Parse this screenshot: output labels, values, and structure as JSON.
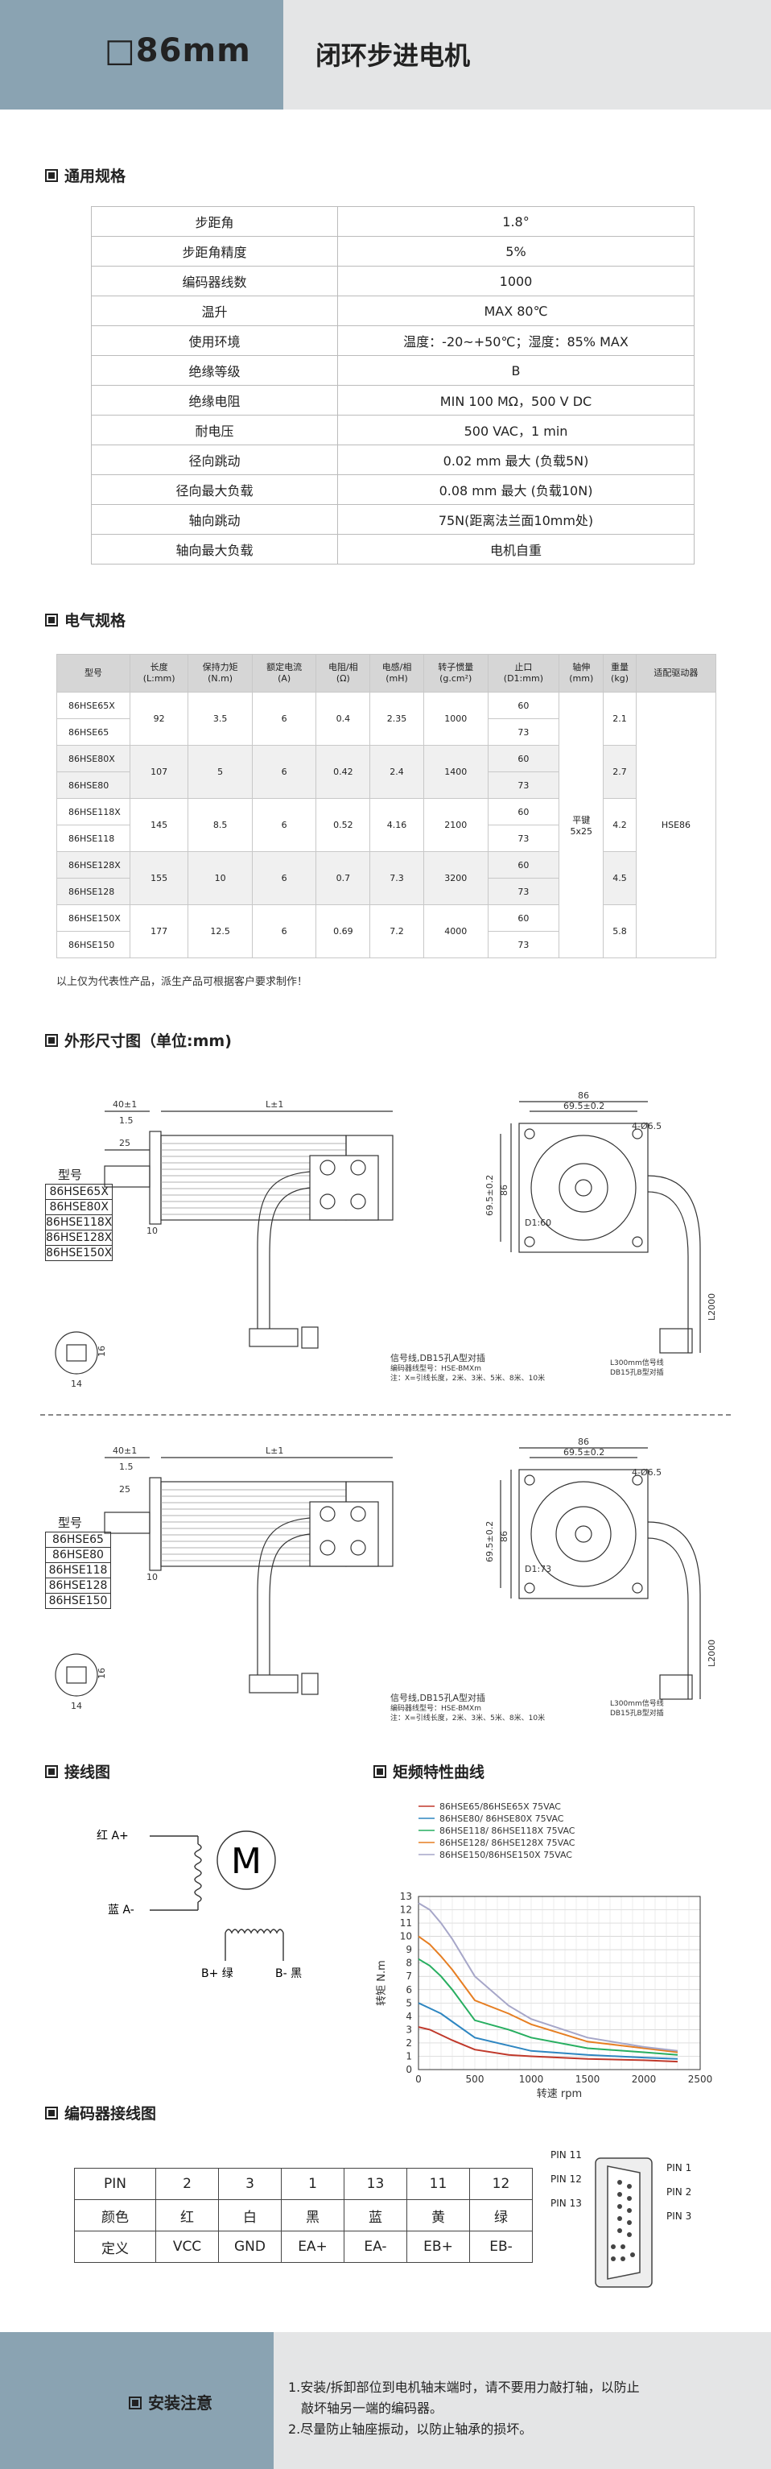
{
  "header": {
    "size": "□86mm",
    "title": "闭环步进电机"
  },
  "general": {
    "title": "通用规格",
    "rows": [
      [
        "步距角",
        "1.8°"
      ],
      [
        "步距角精度",
        "5%"
      ],
      [
        "编码器线数",
        "1000"
      ],
      [
        "温升",
        "MAX 80℃"
      ],
      [
        "使用环境",
        "温度：-20~+50℃；湿度：85% MAX"
      ],
      [
        "绝缘等级",
        "B"
      ],
      [
        "绝缘电阻",
        "MIN 100 MΩ，500 V DC"
      ],
      [
        "耐电压",
        "500 VAC，1 min"
      ],
      [
        "径向跳动",
        "0.02 mm 最大 (负载5N)"
      ],
      [
        "径向最大负载",
        "0.08 mm 最大 (负载10N)"
      ],
      [
        "轴向跳动",
        "75N(距离法兰面10mm处)"
      ],
      [
        "轴向最大负载",
        "电机自重"
      ]
    ]
  },
  "electrical": {
    "title": "电气规格",
    "headers": [
      "型号",
      "长度\n(L:mm)",
      "保持力矩\n(N.m)",
      "额定电流\n(A)",
      "电阻/相\n(Ω)",
      "电感/相\n(mH)",
      "转子惯量\n(g.cm²)",
      "止口\n(D1:mm)",
      "轴伸\n(mm)",
      "重量\n(kg)",
      "适配驱动器"
    ],
    "groups": [
      {
        "models": [
          "86HSE65X",
          "86HSE65"
        ],
        "length": "92",
        "torque": "3.5",
        "current": "6",
        "res": "0.4",
        "ind": "2.35",
        "inertia": "1000",
        "spigot": [
          "60",
          "73"
        ],
        "weight": "2.1"
      },
      {
        "models": [
          "86HSE80X",
          "86HSE80"
        ],
        "length": "107",
        "torque": "5",
        "current": "6",
        "res": "0.42",
        "ind": "2.4",
        "inertia": "1400",
        "spigot": [
          "60",
          "73"
        ],
        "weight": "2.7"
      },
      {
        "models": [
          "86HSE118X",
          "86HSE118"
        ],
        "length": "145",
        "torque": "8.5",
        "current": "6",
        "res": "0.52",
        "ind": "4.16",
        "inertia": "2100",
        "spigot": [
          "60",
          "73"
        ],
        "weight": "4.2"
      },
      {
        "models": [
          "86HSE128X",
          "86HSE128"
        ],
        "length": "155",
        "torque": "10",
        "current": "6",
        "res": "0.7",
        "ind": "7.3",
        "inertia": "3200",
        "spigot": [
          "60",
          "73"
        ],
        "weight": "4.5"
      },
      {
        "models": [
          "86HSE150X",
          "86HSE150"
        ],
        "length": "177",
        "torque": "12.5",
        "current": "6",
        "res": "0.69",
        "ind": "7.2",
        "inertia": "4000",
        "spigot": [
          "60",
          "73"
        ],
        "weight": "5.8"
      }
    ],
    "shaft": "平键\n5x25",
    "driver": "HSE86",
    "note": "以上仅为代表性产品，派生产品可根据客户要求制作！"
  },
  "dimensions": {
    "title": "外形尺寸图（单位:mm)",
    "model_label": "型号",
    "models_top": [
      "86HSE65X",
      "86HSE80X",
      "86HSE118X",
      "86HSE128X",
      "86HSE150X"
    ],
    "models_bottom": [
      "86HSE65",
      "86HSE80",
      "86HSE118",
      "86HSE128",
      "86HSE150"
    ],
    "dims": {
      "d40": "40±1",
      "dL": "L±1",
      "d15": "1.5",
      "d25": "25",
      "d10": "10",
      "d86": "86",
      "d695": "69.5±0.2",
      "holes": "4-Ø6.5",
      "d1_top": "D1:60",
      "d1_bottom": "D1:73",
      "l2000": "L2000",
      "d695v": "69.5±0.2",
      "d86v": "86",
      "d14": "14",
      "d16": "16"
    },
    "cable_note_top": [
      "信号线,DB15孔A型对插",
      "编码器线型号：HSE-BMXm",
      "注：X=引线长度，2米、3米、5米、8米、10米"
    ],
    "cable_note_bottom": [
      "信号线,DB15孔A型对插",
      "编码器线型号：HSE-BMXm",
      "注：X=引线长度，2米、3米、5米、8米、10米"
    ],
    "cable_note_right": [
      "L300mm信号线",
      "DB15孔B型对插"
    ]
  },
  "wiring": {
    "title": "接线图",
    "a_plus": "红 A+",
    "a_minus": "蓝 A-",
    "b_plus": "B+ 绿",
    "b_minus": "B- 黑",
    "motor": "M"
  },
  "torque": {
    "title": "矩频特性曲线",
    "chart_data": {
      "type": "line",
      "title": "",
      "xlabel": "转速 rpm",
      "ylabel": "转矩 N.m",
      "xlim": [
        0,
        2500
      ],
      "ylim": [
        0,
        13
      ],
      "xticks": [
        "0",
        "500",
        "1000",
        "1500",
        "2000",
        "2500"
      ],
      "yticks": [
        "0",
        "1",
        "2",
        "3",
        "4",
        "5",
        "6",
        "7",
        "8",
        "9",
        "10",
        "11",
        "12",
        "13"
      ],
      "legend": "top",
      "series": [
        {
          "name": "86HSE65/86HSE65X    75VAC",
          "color": "#c0392b",
          "x": [
            0,
            100,
            200,
            300,
            500,
            800,
            1000,
            1500,
            2000,
            2300
          ],
          "y": [
            3.2,
            3.0,
            2.6,
            2.2,
            1.5,
            1.1,
            1.0,
            0.8,
            0.7,
            0.6
          ]
        },
        {
          "name": "86HSE80/ 86HSE80X    75VAC",
          "color": "#2e86c1",
          "x": [
            0,
            100,
            200,
            300,
            500,
            800,
            1000,
            1500,
            2000,
            2300
          ],
          "y": [
            5.0,
            4.6,
            4.2,
            3.6,
            2.4,
            1.8,
            1.4,
            1.1,
            0.9,
            0.8
          ]
        },
        {
          "name": "86HSE118/ 86HSE118X  75VAC",
          "color": "#27ae60",
          "x": [
            0,
            100,
            200,
            300,
            500,
            800,
            1000,
            1500,
            2000,
            2300
          ],
          "y": [
            8.3,
            7.8,
            7.0,
            6.0,
            3.7,
            3.0,
            2.4,
            1.6,
            1.3,
            1.1
          ]
        },
        {
          "name": "86HSE128/ 86HSE128X  75VAC",
          "color": "#e67e22",
          "x": [
            0,
            100,
            200,
            300,
            500,
            800,
            1000,
            1500,
            2000,
            2300
          ],
          "y": [
            10.0,
            9.4,
            8.5,
            7.5,
            5.2,
            4.2,
            3.4,
            2.1,
            1.6,
            1.3
          ]
        },
        {
          "name": "86HSE150/86HSE150X  75VAC",
          "color": "#a6a6c8",
          "x": [
            0,
            100,
            200,
            300,
            500,
            800,
            1000,
            1500,
            2000,
            2300
          ],
          "y": [
            12.5,
            12.0,
            11.0,
            9.8,
            7.0,
            4.8,
            3.8,
            2.4,
            1.7,
            1.4
          ]
        }
      ]
    }
  },
  "encoder": {
    "title": "编码器接线图",
    "rows": [
      [
        "PIN",
        "2",
        "3",
        "1",
        "13",
        "11",
        "12"
      ],
      [
        "颜色",
        "红",
        "白",
        "黑",
        "蓝",
        "黄",
        "绿"
      ],
      [
        "定义",
        "VCC",
        "GND",
        "EA+",
        "EA-",
        "EB+",
        "EB-"
      ]
    ],
    "pins": [
      "PIN 11",
      "PIN 12",
      "PIN 13",
      "PIN 1",
      "PIN 2",
      "PIN 3"
    ]
  },
  "install": {
    "title": "安装注意",
    "lines": [
      "1.安装/拆卸部位到电机轴末端时，请不要用力敲打轴，以防止",
      "敲坏轴另一端的编码器。",
      "2.尽量防止轴座振动，以防止轴承的损坏。"
    ]
  }
}
